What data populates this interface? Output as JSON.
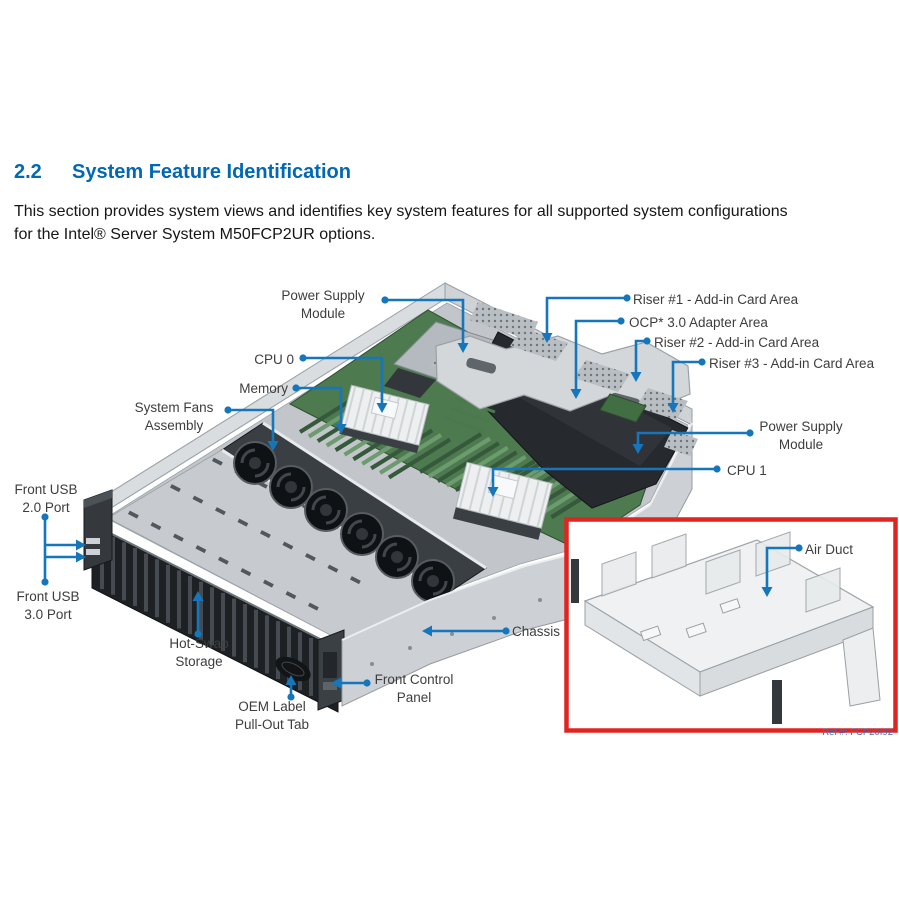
{
  "page": {
    "background": "#ffffff"
  },
  "heading": {
    "number": "2.2",
    "title": "System Feature Identification"
  },
  "intro": {
    "text": "This section provides system views and identifies key system features for all supported system configurations for the Intel® Server System M50FCP2UR options."
  },
  "diagram": {
    "colors": {
      "heading_accent": "#0068b5",
      "callout": "#1576bc",
      "inset_border": "#e02420",
      "label_text": "#3d3d3d",
      "pcb_green": "#4e7a50",
      "chassis_gray": "#d3d6d9"
    },
    "labels": {
      "psm_left": {
        "text": "Power Supply Module"
      },
      "cpu0": {
        "text": "CPU 0"
      },
      "memory": {
        "text": "Memory"
      },
      "system_fans": {
        "text": "System Fans Assembly"
      },
      "usb2": {
        "text": "Front USB 2.0 Port"
      },
      "usb3": {
        "text": "Front USB 3.0 Port"
      },
      "hot_swap": {
        "text": "Hot-Swap Storage"
      },
      "oem_tab": {
        "text": "OEM Label Pull-Out Tab"
      },
      "front_control": {
        "text": "Front Control Panel"
      },
      "chassis": {
        "text": "Chassis"
      },
      "riser1": {
        "text": "Riser #1 - Add-in Card Area"
      },
      "ocp": {
        "text": "OCP* 3.0 Adapter Area"
      },
      "riser2": {
        "text": "Riser #2 - Add-in Card Area"
      },
      "riser3": {
        "text": "Riser #3 - Add-in Card Area"
      },
      "psm_right": {
        "text": "Power Supply Module"
      },
      "cpu1": {
        "text": "CPU 1"
      },
      "air_duct": {
        "text": "Air Duct"
      }
    },
    "ref_label": "Ref #: FCP20I92"
  }
}
